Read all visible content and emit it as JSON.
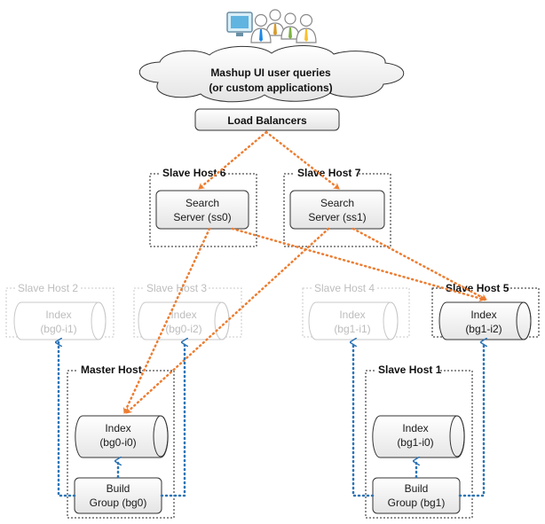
{
  "colors": {
    "query_arrow": "#ed7d31",
    "replication_arrow": "#2e75b6",
    "dimmed_text": "#bdbdbd",
    "box_stroke": "#222222"
  },
  "users_icon": "users-with-monitor-icon",
  "cloud": {
    "line1": "Mashup UI user queries",
    "line2": "(or custom applications)"
  },
  "load_balancer": {
    "label": "Load Balancers"
  },
  "search_hosts": [
    {
      "title": "Slave Host 6",
      "line1": "Search",
      "line2": "Server (ss0)"
    },
    {
      "title": "Slave Host 7",
      "line1": "Search",
      "line2": "Server (ss1)"
    }
  ],
  "replica_hosts": [
    {
      "title": "Slave Host 2",
      "line1": "Index",
      "line2": "(bg0-i1)",
      "active": false
    },
    {
      "title": "Slave Host 3",
      "line1": "Index",
      "line2": "(bg0-i2)",
      "active": false
    },
    {
      "title": "Slave Host 4",
      "line1": "Index",
      "line2": "(bg1-i1)",
      "active": false
    },
    {
      "title": "Slave Host 5",
      "line1": "Index",
      "line2": "(bg1-i2)",
      "active": true
    }
  ],
  "build_hosts": [
    {
      "title": "Master Host",
      "index_line1": "Index",
      "index_line2": "(bg0-i0)",
      "build_line1": "Build",
      "build_line2": "Group (bg0)"
    },
    {
      "title": "Slave Host 1",
      "index_line1": "Index",
      "index_line2": "(bg1-i0)",
      "build_line1": "Build",
      "build_line2": "Group (bg1)"
    }
  ]
}
